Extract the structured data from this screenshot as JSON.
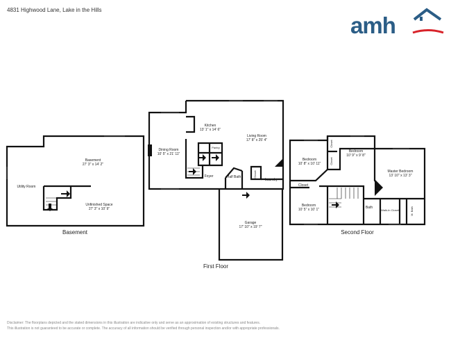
{
  "header": {
    "address": "4831 Highwood Lane, Lake in the Hills",
    "logo_text": "amh"
  },
  "colors": {
    "brand_blue": "#2b5d86",
    "brand_red": "#d8232a",
    "wall": "#111111"
  },
  "floors": {
    "basement": {
      "label": "Basement",
      "rooms": {
        "basement": {
          "name": "Basement",
          "dims": "27' 3\" x 14' 2\""
        },
        "utility": {
          "name": "Utility Room"
        },
        "unfinished": {
          "name": "Unfinished Space",
          "dims": "27' 3\" x 10' 9\""
        }
      }
    },
    "first": {
      "label": "First Floor",
      "rooms": {
        "kitchen": {
          "name": "Kitchen",
          "dims": "13' 1\" x 14' 6\""
        },
        "living": {
          "name": "Living Room",
          "dims": "17' 8\" x 25' 4\""
        },
        "dining": {
          "name": "Dining Room",
          "dims": "10' 5\" x 21' 11\""
        },
        "pantry": {
          "name": "Pantry"
        },
        "foyer": {
          "name": "Foyer"
        },
        "half_bath": {
          "name": "Half Bath"
        },
        "closet": {
          "name": "Closet"
        },
        "laundry": {
          "name": "Laundry"
        },
        "garage": {
          "name": "Garage",
          "dims": "17' 10\" x 19' 7\""
        }
      }
    },
    "second": {
      "label": "Second Floor",
      "rooms": {
        "bedroom1": {
          "name": "Bedroom",
          "dims": "10' 8\" x 10' 11\""
        },
        "bedroom2": {
          "name": "Bedroom",
          "dims": "10' 9\" x 9' 8\""
        },
        "master": {
          "name": "Master Bedroom",
          "dims": "13' 10\" x 13' 3\""
        },
        "closet_a": {
          "name": "Closet"
        },
        "closet_b": {
          "name": "Closet"
        },
        "closet_c": {
          "name": "Closet"
        },
        "bedroom3": {
          "name": "Bedroom",
          "dims": "10' 5\" x 10' 1\""
        },
        "bath": {
          "name": "Bath"
        },
        "walkin": {
          "name": "Walk-In Closet"
        },
        "m_bath": {
          "name": "M. Bath"
        }
      }
    }
  },
  "disclaimer": {
    "line1": "Disclaimer: The floorplans depicted and the stated dimensions in this illustration are indicative only and serve as an approximation of existing structures and features.",
    "line2": "This illustration is not guaranteed to be accurate or complete. The accuracy of all information should be verified through personal inspection and/or with appropriate professionals."
  }
}
